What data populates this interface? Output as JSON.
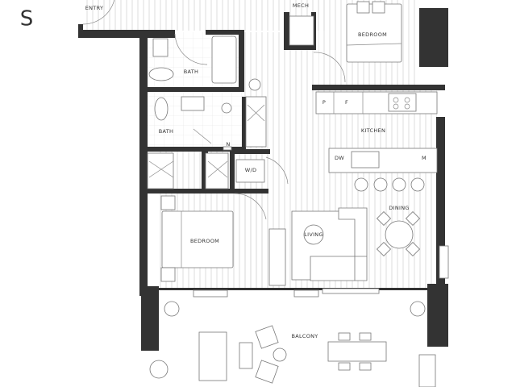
{
  "compass": {
    "glyph": "S",
    "icon": "north-arrow-icon"
  },
  "rooms": {
    "entry": "ENTRY",
    "mech": "MECH",
    "bedroom_main": "BEDROOM",
    "bath_1": "BATH",
    "bath_2": "BATH",
    "n": "N",
    "wd": "W/D",
    "pantry": "P",
    "fridge": "F",
    "kitchen": "KITCHEN",
    "dw": "DW",
    "microwave": "M",
    "dining": "DINING",
    "living": "LIVING",
    "bedroom_2": "BEDROOM",
    "balcony": "BALCONY"
  },
  "colors": {
    "wall": "#333333",
    "floor_hatch": "#d6d6d6",
    "fixture": "#777777"
  }
}
